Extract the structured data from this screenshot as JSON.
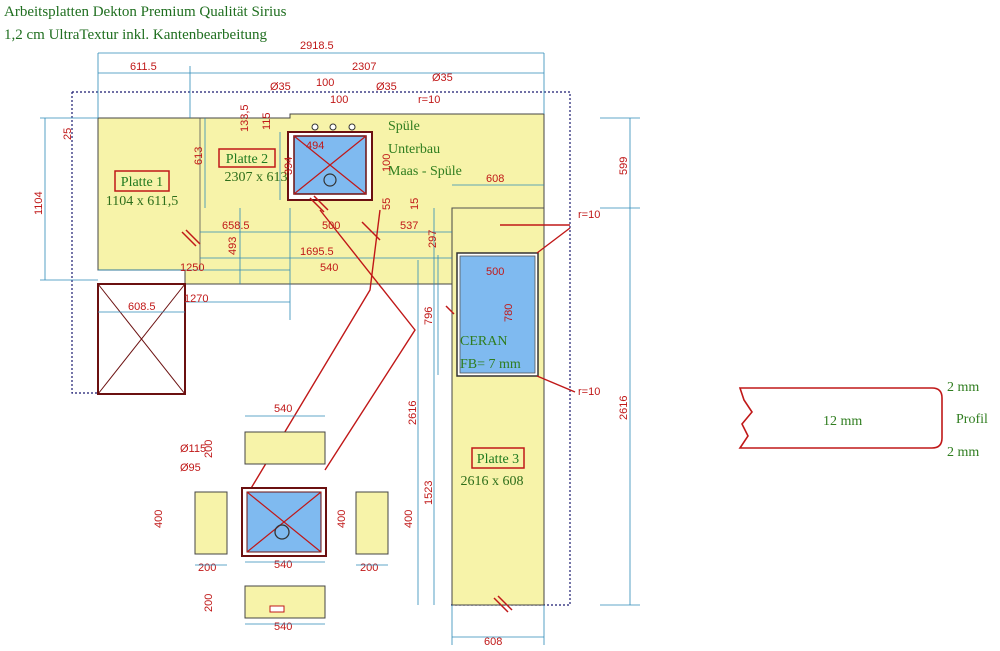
{
  "title": {
    "line1": "Arbeitsplatten Dekton Premium Qualität Sirius",
    "line2": "1,2 cm UltraTextur inkl. Kantenbearbeitung"
  },
  "colors": {
    "worktop": "#f7f3a9",
    "dimension": "#c01818",
    "dim_line": "#2c8ab8",
    "sink": "#7fbaf0",
    "outline": "#1a1a70",
    "text_green": "#2f7d1f"
  },
  "plates": {
    "p1": {
      "label": "Platte 1",
      "size": "1104 x 611,5"
    },
    "p2": {
      "label": "Platte 2",
      "size": "2307 x 613"
    },
    "p3": {
      "label": "Platte 3",
      "size": "2616 x 608"
    }
  },
  "notes": {
    "spuele": "Spüle",
    "unterbau": "Unterbau",
    "maas": "Maas - Spüle",
    "ceran": "CERAN",
    "fb": "FB= 7 mm"
  },
  "dims": {
    "d2918": "2918.5",
    "d611_top": "611.5",
    "d2307": "2307",
    "d35a": "Ø35",
    "d100a": "100",
    "d35b": "Ø35",
    "d35c": "Ø35",
    "d100b": "100",
    "r10a": "r=10",
    "d25": "25",
    "d133": "133,5",
    "d115": "115",
    "d613": "613",
    "d394": "394",
    "d494": "494",
    "d100c": "100",
    "d55": "55",
    "d15": "15",
    "d599": "599",
    "d1104": "1104",
    "d608top": "608",
    "r10b": "r=10",
    "d658": "658.5",
    "d500a": "500",
    "d537": "537",
    "d297": "297",
    "d493": "493",
    "d1695": "1695.5",
    "d1250": "1250",
    "d540a": "540",
    "d1270": "1270",
    "d608left": "608.5",
    "d500b": "500",
    "d780": "780",
    "d796": "796",
    "d2616a": "2616",
    "d2616b": "2616",
    "r10c": "r=10",
    "d1523": "1523",
    "d608bot": "608",
    "d540b": "540",
    "d200a": "200",
    "d115o": "Ø115",
    "d95o": "Ø95",
    "d400a": "400",
    "d400b": "400",
    "d400c": "400",
    "d200b": "200",
    "d540c": "540",
    "d200c": "200",
    "d200d": "200",
    "d540d": "540"
  },
  "profile": {
    "thickness": "12 mm",
    "top": "2 mm",
    "bottom": "2 mm",
    "label": "Profil"
  }
}
